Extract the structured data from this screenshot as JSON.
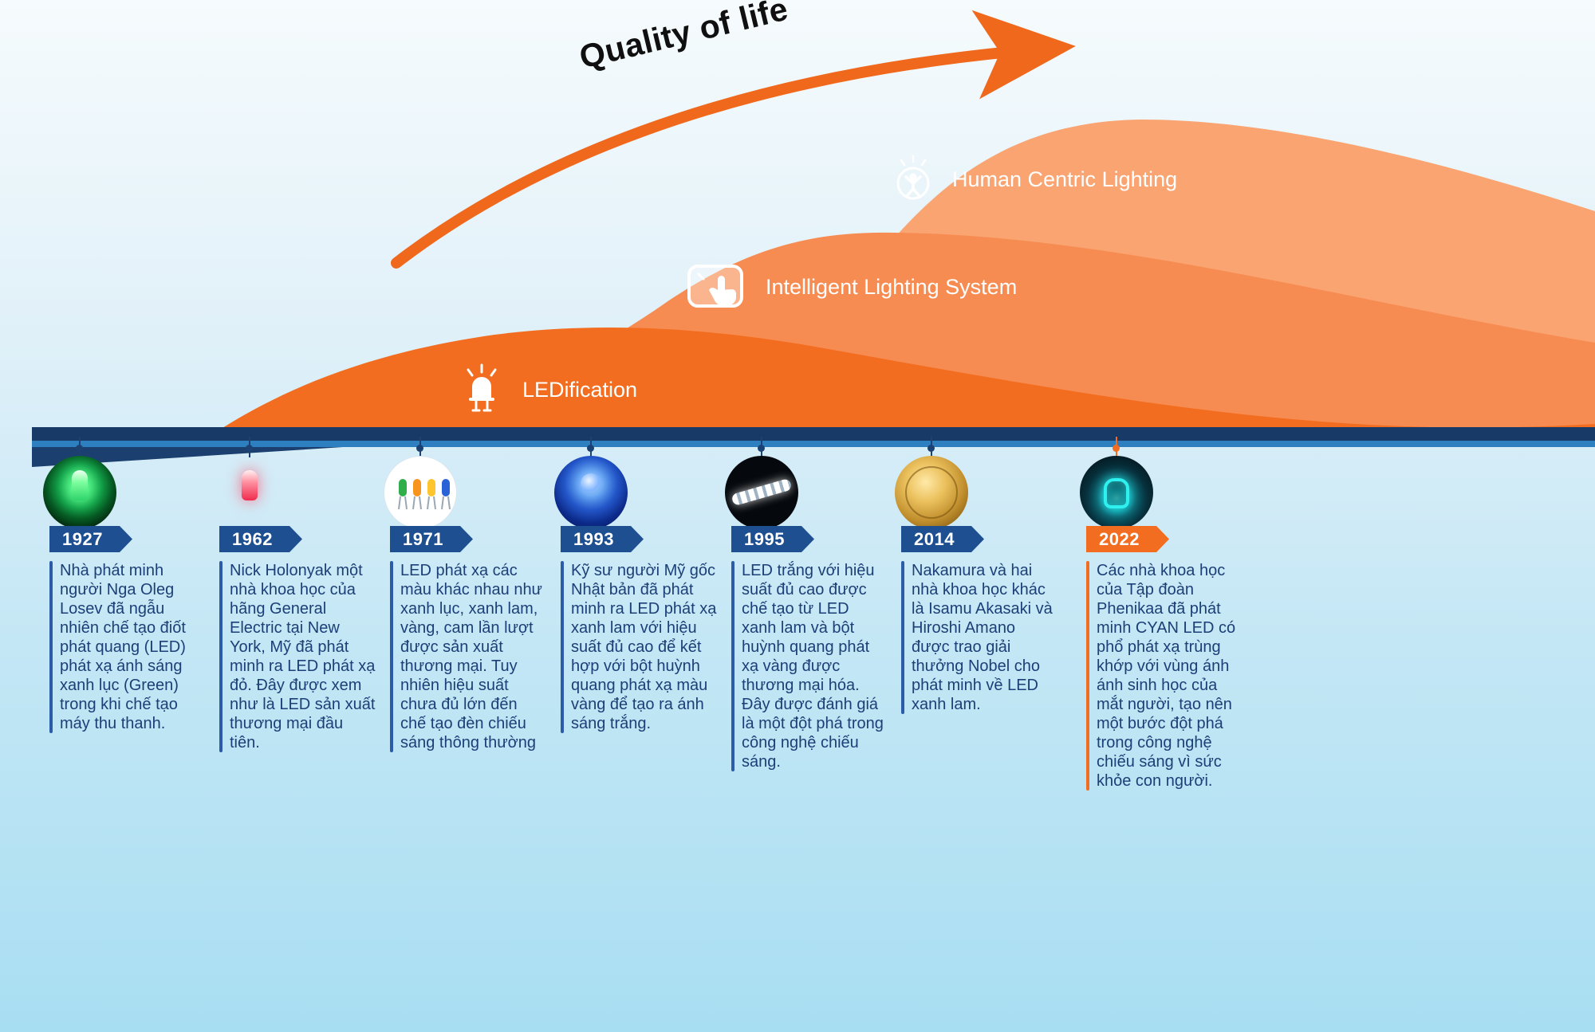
{
  "arrow": {
    "label": "Quality of life"
  },
  "stages": [
    {
      "label": "LEDification",
      "icon": "led-bulb-icon"
    },
    {
      "label": "Intelligent Lighting System",
      "icon": "touch-gesture-icon"
    },
    {
      "label": "Human Centric Lighting",
      "icon": "human-in-bulb-icon"
    }
  ],
  "timeline": {
    "items": [
      {
        "year": "1927",
        "image": "green-led-photo",
        "description": "Nhà phát minh người Nga Oleg Losev đã ngẫu nhiên chế tạo điốt phát quang (LED) phát xạ ánh sáng xanh lục (Green) trong khi chế tạo máy thu thanh."
      },
      {
        "year": "1962",
        "image": "red-led-photo",
        "description": "Nick Holonyak một nhà khoa học của hãng General Electric tại New York, Mỹ đã phát minh ra LED phát xạ đỏ. Đây được xem như là LED sản xuất thương mại đầu tiên."
      },
      {
        "year": "1971",
        "image": "color-leds-photo",
        "description": "LED phát xạ các màu khác nhau như xanh lục, xanh lam, vàng, cam lần lượt được sản xuất thương mại. Tuy nhiên hiệu suất chưa đủ lớn đến chế tạo đèn chiếu sáng thông thường"
      },
      {
        "year": "1993",
        "image": "blue-led-photo",
        "description": "Kỹ sư người Mỹ gốc Nhật bản đã phát minh ra LED phát xạ xanh lam với hiệu suất đủ cao để kết hợp với bột huỳnh quang phát xạ màu vàng để tạo ra ánh sáng trắng."
      },
      {
        "year": "1995",
        "image": "white-strip-photo",
        "description": "LED trắng với hiệu suất đủ cao được chế tạo từ LED xanh lam và bột huỳnh quang phát xạ vàng được thương mại hóa. Đây được đánh giá là một đột phá trong công nghệ chiếu sáng."
      },
      {
        "year": "2014",
        "image": "nobel-medal-photo",
        "description": "Nakamura và hai nhà khoa học khác là Isamu Akasaki và Hiroshi Amano được trao giải thưởng Nobel cho phát minh về LED xanh lam."
      },
      {
        "year": "2022",
        "image": "cyan-led-photo",
        "description": "Các nhà khoa học của Tập đoàn Phenikaa đã phát minh CYAN LED có phổ phát xạ trùng khớp với vùng ánh ánh sinh học của mắt người, tạo nên một bước đột phá trong công nghệ chiếu sáng vì sức khỏe con người."
      }
    ]
  },
  "colors": {
    "wave_dark": "#f26d1f",
    "wave_mid": "#f78c52",
    "wave_light": "#f9a471",
    "arrow_orange": "#f0681c",
    "bar_navy": "#173a66",
    "bar_light_blue": "#2d7fc0",
    "badge_blue": "#1d4f91",
    "badge_orange": "#f26d1f",
    "text_navy": "#1c3f77"
  }
}
